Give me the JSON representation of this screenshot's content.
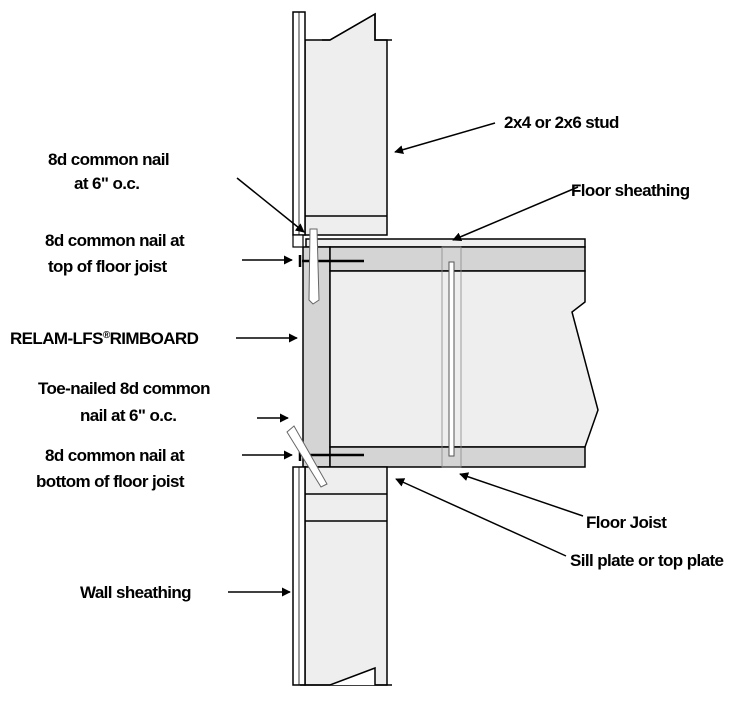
{
  "labels": {
    "stud": "2x4 or 2x6 stud",
    "nail_6oc_line1": "8d common nail",
    "nail_6oc_line2": "at 6\" o.c.",
    "floor_sheathing": "Floor sheathing",
    "nail_top_line1": "8d common nail at",
    "nail_top_line2": "top of floor joist",
    "rimboard_main": "RELAM-LFS",
    "rimboard_reg": "®",
    "rimboard_suffix": "RIMBOARD",
    "toenail_line1": "Toe-nailed 8d common",
    "toenail_line2": "nail at 6\" o.c.",
    "nail_bottom_line1": "8d common nail at",
    "nail_bottom_line2": "bottom of floor joist",
    "floor_joist": "Floor Joist",
    "sill_plate": "Sill plate or top plate",
    "wall_sheathing": "Wall sheathing"
  },
  "colors": {
    "line": "#000000",
    "fill_light": "#eeeeee",
    "fill_medium": "#d4d4d4",
    "background": "#ffffff"
  }
}
